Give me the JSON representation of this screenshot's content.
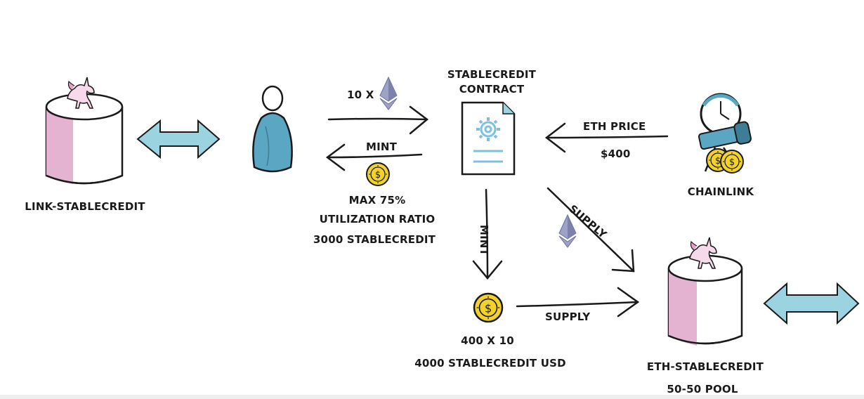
{
  "labels": {
    "link_pool": "LINK-STABLECREDIT",
    "eth_in": "10 X",
    "contract_title_line1": "STABLECREDIT",
    "contract_title_line2": "CONTRACT",
    "mint_left": "MINT",
    "max_line1": "MAX 75%",
    "max_line2": "UTILIZATION RATIO",
    "max_line3": "3000 STABLECREDIT",
    "eth_price": "ETH PRICE",
    "eth_price_value": "$400",
    "chainlink": "CHAINLINK",
    "mint_down": "MINT",
    "supply_diag": "SUPPLY",
    "supply_bottom": "SUPPLY",
    "calc_line1": "400 X 10",
    "calc_line2": "4000 STABLECREDIT USD",
    "eth_pool_line1": "ETH-STABLECREDIT",
    "eth_pool_line2": "50-50 POOL"
  },
  "colors": {
    "ink": "#1a1a1a",
    "arrow_blue": "#9cd3e0",
    "db_pink": "#e3b3d1",
    "coin_gold": "#f3d22c",
    "person_blue": "#5ba6c2",
    "eth_purple": "#8a8fb8",
    "gear_blue": "#7ec1db",
    "unicorn_pink": "#e8a0c8"
  },
  "icons": {
    "db_left": "database-icon",
    "unicorn": "unicorn-icon",
    "person": "person-icon",
    "ethereum": "ethereum-icon",
    "contract": "document-gear-icon",
    "coin": "dollar-coin-icon",
    "chainlink": "telescope-oracle-icon"
  }
}
